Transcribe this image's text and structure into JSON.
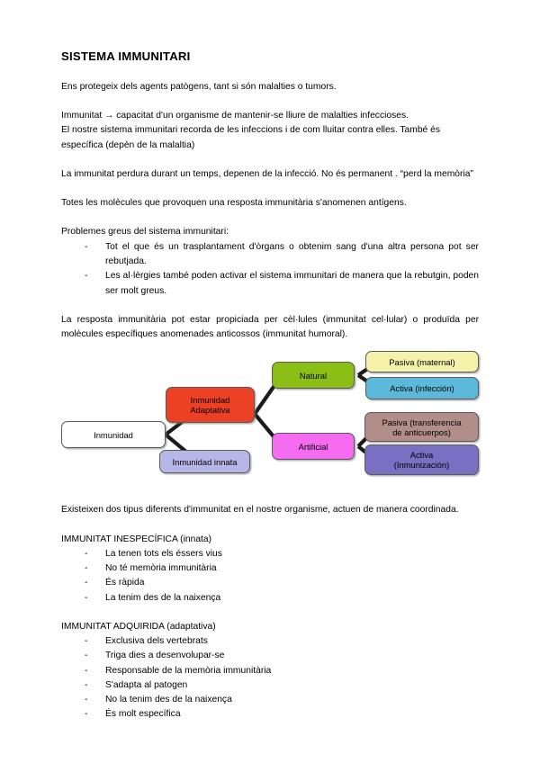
{
  "document": {
    "title": "SISTEMA IMMUNITARI",
    "paragraphs": {
      "intro": "Ens protegeix dels agents patògens, tant si són malalties o tumors.",
      "immunitat_def_line1": "Immunitat → capacitat d'un organisme de mantenir-se lliure de malalties infeccioses.",
      "immunitat_def_line2": "El nostre sistema immunitari recorda de les infeccions i de com lluitar contra elles. També és específica (depèn de la malaltia)",
      "perdura": "La immunitat perdura durant un temps, depenen de la infecció. No és permanent . “perd la memòria”",
      "antigens": "Totes les molècules que provoquen una resposta immunitària s'anomenen antígens.",
      "problemes_head": "Problemes greus del sistema immunitari:",
      "resposta": "La resposta immunitària pot estar propiciada per cèl·lules (immunitat cel·lular) o produïda per molècules específiques anomenades anticossos (immunitat humoral).",
      "existeixen": "Existeixen dos tipus diferents d'immunitat en el nostre organisme, actuen de manera coordinada."
    },
    "problemes_items": [
      "Tot el que és un trasplantament d'òrgans o obtenim sang d'una altra persona pot ser rebutjada.",
      "Les al·lèrgies també poden activar el sistema immunitari de manera que la rebutgin, poden ser molt greus."
    ],
    "sections": [
      {
        "heading": "IMMUNITAT INESPECÍFICA (innata)",
        "items": [
          "La tenen tots els éssers vius",
          "No té memòria immunitària",
          "És ràpida",
          "La tenim des de la naixença"
        ]
      },
      {
        "heading": "IMMUNITAT ADQUIRIDA (adaptativa)",
        "items": [
          "Exclusiva dels vertebrats",
          "Triga dies a desenvolupar-se",
          "Responsable de la memòria immunitària",
          "S'adapta al patogen",
          "No la tenim des de la naixença",
          "És molt específica"
        ]
      }
    ]
  },
  "diagram": {
    "nodes": [
      {
        "id": "inmunidad",
        "label": "Inmunidad",
        "color": "#ffffff"
      },
      {
        "id": "adaptativa",
        "label": "Inmunidad\nAdaptativa",
        "color": "#ec4124"
      },
      {
        "id": "innata",
        "label": "Inmunidad innata",
        "color": "#b6b6e8"
      },
      {
        "id": "natural",
        "label": "Natural",
        "color": "#8cbf15"
      },
      {
        "id": "artificial",
        "label": "Artificial",
        "color": "#f56cf0"
      },
      {
        "id": "pasiva-mat",
        "label": "Pasiva (maternal)",
        "color": "#f4f2ab"
      },
      {
        "id": "activa-inf",
        "label": "Activa (infección)",
        "color": "#5cb9db"
      },
      {
        "id": "pasiva-transf",
        "label": "Pasiva (transferencia\nde anticuerpos)",
        "color": "#b18e89"
      },
      {
        "id": "activa-inm",
        "label": "Activa\n(Inmunización)",
        "color": "#7a6fc2"
      }
    ]
  }
}
